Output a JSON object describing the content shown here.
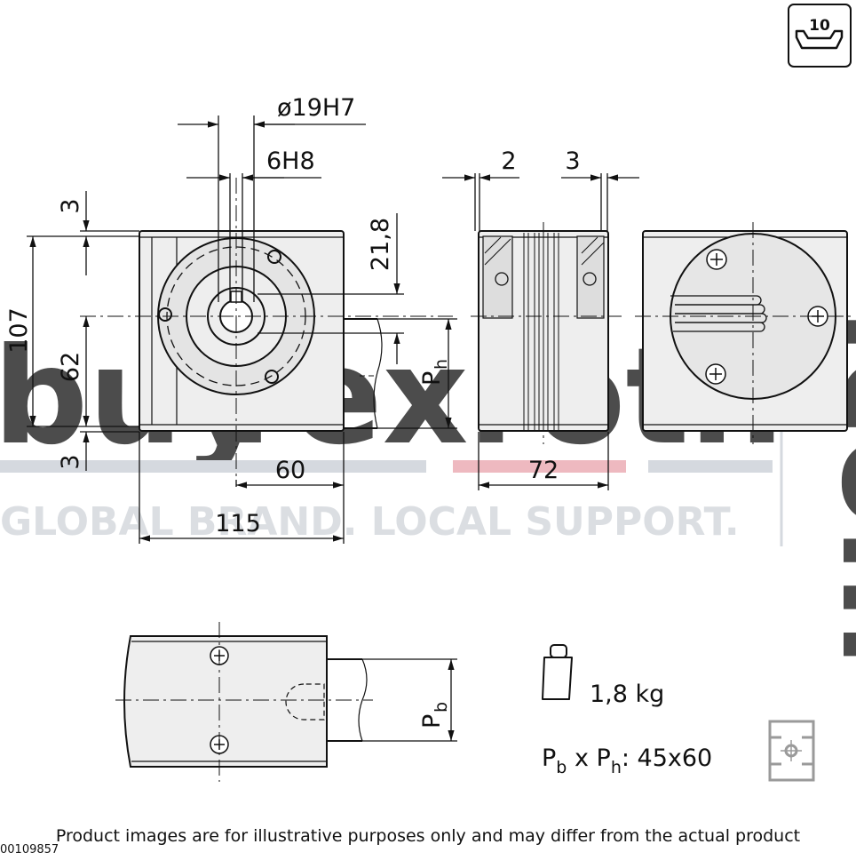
{
  "badge": {
    "value": "10"
  },
  "dims": {
    "bore": "ø19H7",
    "keyway": "6H8",
    "left_wall": "2",
    "right_wall": "3",
    "top_offset": "3",
    "height_total": "107",
    "height_axis": "62",
    "bottom_offset": "3",
    "offset_depth": "21,8",
    "ph_label": "P",
    "ph_sub": "h",
    "axis_to_side": "60",
    "width_total": "115",
    "side_width": "72",
    "pb_label": "P",
    "pb_sub": "b"
  },
  "weight": "1,8 kg",
  "profile": {
    "pb": "P",
    "pb_sub": "b",
    "sep": " x ",
    "ph": "P",
    "ph_sub": "h",
    "value": ": 45x60"
  },
  "watermark": {
    "part1": "buy",
    "part2": "rexroth",
    "tld": ".com",
    "tagline": "GLOBAL BRAND.  LOCAL SUPPORT."
  },
  "colors": {
    "watermark_red": "#e8a2ab",
    "watermark_grey": "#bfc5ce",
    "part_fill": "#eeeeee",
    "line": "#111111"
  },
  "icons": [
    "torque-nut-icon",
    "weight-icon",
    "profile-section-icon"
  ],
  "footer": {
    "disclaimer": "Product images are for illustrative purposes only and may differ from the actual product",
    "id": "00109857"
  }
}
